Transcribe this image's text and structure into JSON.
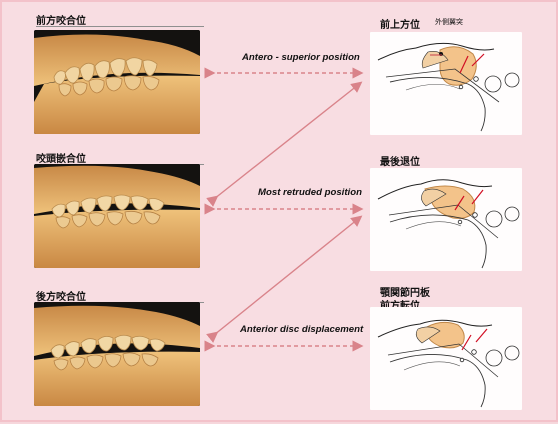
{
  "rows": [
    {
      "title": "前方咬合位",
      "caption": "Antero - superior position",
      "diagram_label_lines": [
        "前上方位"
      ],
      "diagram_note": "外側翼突"
    },
    {
      "title": "咬頭嵌合位",
      "caption": "Most retruded position",
      "diagram_label_lines": [
        "最後退位"
      ],
      "diagram_note": ""
    },
    {
      "title": "後方咬合位",
      "caption": "Anterior disc displacement",
      "diagram_label_lines": [
        "顎関節円板",
        "前方転位"
      ],
      "diagram_note": ""
    }
  ],
  "colors": {
    "background": "#f8dde2",
    "arrow_red": "#d9838a",
    "tooth_cream": "#efcf98",
    "gum_orange": "#d69b4b",
    "disc_orange": "#f2c58e"
  }
}
